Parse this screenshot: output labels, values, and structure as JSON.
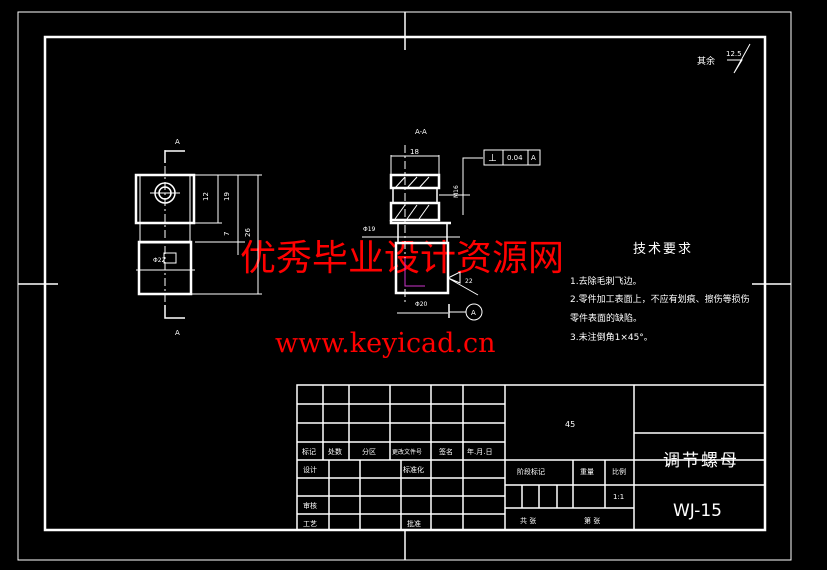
{
  "surface_roughness": {
    "label": "其余",
    "value": "12.5"
  },
  "section_label": "A-A",
  "view_labels": {
    "top": "A",
    "bottom": "A"
  },
  "dimensions": {
    "width_18": "18",
    "left_12": "12",
    "left_19": "19",
    "left_7": "7",
    "left_26": "26",
    "phi22": "Φ22",
    "phi19": "Φ19",
    "phi20": "Φ20",
    "thread": "M16",
    "angle": "22"
  },
  "tolerance": {
    "symbol": "⊥",
    "value": "0.04",
    "datum": "A"
  },
  "datum_label": "A",
  "tech_req": {
    "title": "技术要求",
    "items": [
      "1.去除毛刺飞边。",
      "2.零件加工表面上，不应有划痕、擦伤等损伤",
      "零件表面的缺陷。",
      "3.未注倒角1×45°。"
    ]
  },
  "watermark": {
    "cn": "优秀毕业设计资源网",
    "url": "www.keyicad.cn"
  },
  "title_block": {
    "material": "45",
    "part_name": "调节螺母",
    "drawing_no": "WJ-15",
    "headers": [
      "标记",
      "处数",
      "分区",
      "更改文件号",
      "签名",
      "年.月.日"
    ],
    "design": "设计",
    "standardization": "标准化",
    "review": "审核",
    "process": "工艺",
    "approve": "批准",
    "stage_mark": "阶段标记",
    "weight": "重量",
    "scale": "比例",
    "scale_value": "1:1",
    "sheets_total": "共 张",
    "sheet_no": "第 张"
  }
}
